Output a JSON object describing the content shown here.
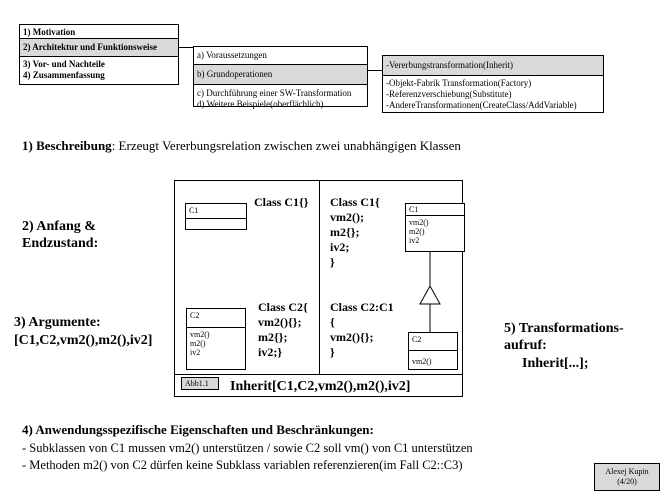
{
  "menu": {
    "items": [
      "1) Motivation",
      "2) Architektur und Funktionsweise",
      "3) Vor- und Nachteile",
      "4) Zusammenfassung"
    ],
    "active_index": 1
  },
  "submenu": {
    "items": [
      "a) Voraussetzungen",
      "b) Grundoperationen",
      "c) Durchführung einer SW-Transformation",
      "d) Weitere Beispiele(oberflächlich)"
    ],
    "active_index": 1
  },
  "detail": {
    "title": "-Vererbungstransformation(Inherit)",
    "items": [
      "-Objekt-Fabrik Transformation(Factory)",
      "-Referenzverschiebung(Substitute)",
      "-AndereTransformationen(CreateClass/AddVariable)"
    ]
  },
  "description": {
    "label": "1) Beschreibung",
    "text": ": Erzeugt Vererbungsrelation zwischen zwei unabhängigen Klassen"
  },
  "sections": {
    "anfang": "2) Anfang & Endzustand:",
    "argumente_title": "3) Argumente:",
    "argumente_value": "[C1,C2,vm2(),m2(),iv2]",
    "aufruf_title": "5) Transformations-aufruf:",
    "aufruf_value": "Inherit[...];"
  },
  "diagram": {
    "before_c1_code": "Class C1{}",
    "before_c2_code": [
      "Class C2{",
      "vm2(){};",
      "m2{};",
      "iv2;}"
    ],
    "after_c1_code": [
      "Class C1{",
      "vm2();",
      "m2{};",
      "iv2;",
      "}"
    ],
    "after_c2_code": [
      "Class C2:C1",
      "{",
      "vm2(){};",
      "}"
    ],
    "uml_c1_before": {
      "name": "C1"
    },
    "uml_c2_before": {
      "name": "C2",
      "members": [
        "vm2()",
        "m2()",
        "iv2"
      ]
    },
    "uml_c1_after": {
      "name": "C1",
      "members": [
        "vm2()",
        "m2()",
        "iv2"
      ]
    },
    "uml_c2_after": {
      "name": "C2",
      "members": [
        "vm2()"
      ]
    },
    "figure_label": "Abb1.1",
    "call": "Inherit[C1,C2,vm2(),m2(),iv2]"
  },
  "properties": {
    "title": "4) Anwendungsspezifische Eigenschaften und Beschränkungen:",
    "lines": [
      "- Subklassen von C1 mussen vm2() unterstützen / sowie C2 soll vm() von C1 unterstützen",
      "- Methoden m2() von C2 dürfen keine Subklass variablen referenzieren(im Fall C2::C3)"
    ]
  },
  "footer": {
    "author": "Alexej Kupin",
    "page": "(4/20)"
  }
}
